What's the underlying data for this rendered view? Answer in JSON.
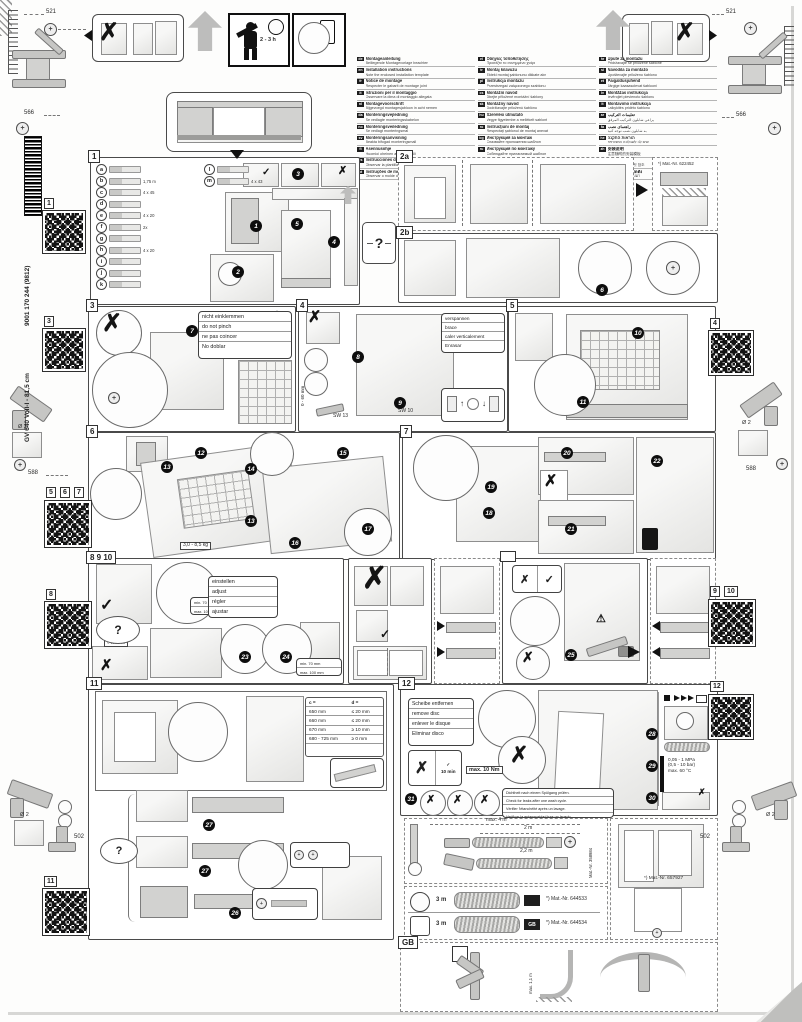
{
  "top": {
    "dim_521_left": "521",
    "dim_521_right": "521",
    "dim_566_left": "566",
    "dim_566_right": "566",
    "time_estimate": "2 - 3 h"
  },
  "margin_left": {
    "barcode_number": "9001 170 244 (9812)",
    "model": "GV 640 Voll-I - 81,5 cm",
    "qr1": "1",
    "qr3": "3",
    "qr5": "5",
    "qr6": "6",
    "qr7": "7",
    "qr8": "8",
    "qr11": "11",
    "drill_dia": "Ø 2",
    "dim_588": "588",
    "dim_502": "502"
  },
  "margin_right": {
    "qr4": "4",
    "qr9": "9",
    "qr10": "10",
    "qr12": "12",
    "drill_dia": "Ø 2",
    "dim_588": "588",
    "dim_502": "502"
  },
  "languages": {
    "col1": [
      {
        "code": "de",
        "line1": "Montageanleitung",
        "line2": "Beiliegende Montagevorlage beachten"
      },
      {
        "code": "en",
        "line1": "Installation instructions",
        "line2": "Note the enclosed installation template"
      },
      {
        "code": "fr",
        "line1": "Notice de montage",
        "line2": "Respecter le gabarit de montage joint"
      },
      {
        "code": "it",
        "line1": "Istruzioni per il montaggio",
        "line2": "Osservare la dima di montaggio allegata"
      },
      {
        "code": "nl",
        "line1": "Montagevoorschrift",
        "line2": "Bijgevoegd montagesjabloon in acht nemen"
      },
      {
        "code": "da",
        "line1": "Monteringsvejledning",
        "line2": "Se vedlagte monteringsskabelon"
      },
      {
        "code": "no",
        "line1": "Monteringsveiledning",
        "line2": "Se vedlagt monteringsmal"
      },
      {
        "code": "sv",
        "line1": "Monteringsanvisning",
        "line2": "Beakta bifogad monteringsmall"
      },
      {
        "code": "fi",
        "line1": "Asennusohje",
        "line2": "Huomioi oheinen asennusmalli"
      },
      {
        "code": "es",
        "line1": "Instrucciones de montaje",
        "line2": "Observar la plantilla de montaje adjunta"
      },
      {
        "code": "pt",
        "line1": "Instruções de montagem",
        "line2": "Observar o molde de montagem anexo"
      }
    ],
    "col2": [
      {
        "code": "el",
        "line1": "Οδηγίες τοποθέτησης",
        "line2": "Προσέξτε το συνημμένο χνάρι"
      },
      {
        "code": "tr",
        "line1": "Montaj kılavuzu",
        "line2": "Ekteki montaj şablonunu dikkate alın"
      },
      {
        "code": "pl",
        "line1": "Instrukcja montażu",
        "line2": "Przestrzegać załączonego szablonu"
      },
      {
        "code": "cs",
        "line1": "Montážní návod",
        "line2": "Dbejte přiložené montážní šablony"
      },
      {
        "code": "sk",
        "line1": "Montážny návod",
        "line2": "Dodržiavajte priloženú šablónu"
      },
      {
        "code": "hu",
        "line1": "Szerelési útmutató",
        "line2": "Vegye figyelembe a mellékelt sablont"
      },
      {
        "code": "ro",
        "line1": "Instrucţiuni de montaj",
        "line2": "Respectaţi şablonul de montaj anexat"
      },
      {
        "code": "bg",
        "line1": "Инструкция за монтаж",
        "line2": "Спазвайте приложения шаблон"
      },
      {
        "code": "ru",
        "line1": "Инструкция по монтажу",
        "line2": "Соблюдайте прилагаемый шаблон"
      },
      {
        "code": "uk",
        "line1": "Інструкція з монтажу",
        "line2": "Дотримуйтеся доданого шаблона"
      },
      {
        "code": "sr",
        "line1": "Uputstvo za montažu",
        "line2": "Obratite pažnju na priloženi šablon"
      }
    ],
    "col3": [
      {
        "code": "hr",
        "line1": "Upute za montažu",
        "line2": "Pridržavajte se priložene šablone"
      },
      {
        "code": "sl",
        "line1": "Navodila za montažo",
        "line2": "Upoštevajte priloženo šablono"
      },
      {
        "code": "et",
        "line1": "Paigaldusjuhend",
        "line2": "Järgige kaasasolevat šablooni"
      },
      {
        "code": "lv",
        "line1": "Montāžas instrukcija",
        "line2": "Ievērojiet pievienoto šablonu"
      },
      {
        "code": "lt",
        "line1": "Montavimo instrukcija",
        "line2": "Laikykitės pridėto šablono"
      },
      {
        "code": "ar",
        "line1": "تعليمات التركيب",
        "line2": "يراعى شابلون التركيب المرفق"
      },
      {
        "code": "fa",
        "line1": "راهنمای نصب",
        "line2": "به شابلون نصب توجه کنید"
      },
      {
        "code": "he",
        "line1": "הוראות התקנה",
        "line2": "שים לב לשבלונה המצורפת"
      },
      {
        "code": "zh",
        "line1": "安装说明",
        "line2": "注意随附的安装模板"
      },
      {
        "code": "ko",
        "line1": "설치 설명서",
        "line2": "동봉된 설치 템플릿 참조"
      },
      {
        "code": "th",
        "line1": "คำแนะนำการติดตั้ง",
        "line2": "ดูแบบติดตั้งที่แนบมา"
      }
    ]
  },
  "sections": {
    "s1": {
      "label": "1",
      "parts": [
        {
          "letter": "a",
          "note": ""
        },
        {
          "letter": "b",
          "note": "1,75 m"
        },
        {
          "letter": "c",
          "note": "4 x 45"
        },
        {
          "letter": "d",
          "note": ""
        },
        {
          "letter": "e",
          "note": "4 x 20"
        },
        {
          "letter": "f",
          "note": "2x"
        },
        {
          "letter": "g",
          "note": ""
        },
        {
          "letter": "h",
          "note": "4 x 20"
        },
        {
          "letter": "i",
          "note": ""
        },
        {
          "letter": "j",
          "note": ""
        },
        {
          "letter": "k",
          "note": ""
        }
      ],
      "extra_parts": [
        {
          "letter": "l",
          "note": ""
        },
        {
          "letter": "m",
          "note": "4 x 43"
        }
      ]
    },
    "q_box": "?",
    "s2a": {
      "label": "2a",
      "mat_nr": "*) Mat.-Nr. 622452"
    },
    "s2b": {
      "label": "2b"
    },
    "s3": {
      "label": "3",
      "note": [
        "nicht einklemmen",
        "do not pinch",
        "ne pas coincer",
        "No doblar"
      ]
    },
    "s4": {
      "label": "4",
      "note": [
        "verspannen",
        "brace",
        "caler verticalement",
        "Enrasar"
      ],
      "dim_range": "0 - 60 mm",
      "sw_13": "SW 13",
      "sw_10": "SW 10"
    },
    "s5": {
      "label": "5"
    },
    "s6": {
      "label": "6",
      "weight": "3,0 - 8,5 kg"
    },
    "s7": {
      "label": "7"
    },
    "s8910": {
      "label": "8 9 10",
      "note": [
        "einstellen",
        "adjust",
        "régler",
        "ajustar"
      ],
      "dim_min": "min. 70 mm",
      "dim_max": "max. 100 mm",
      "dim_lt": "< 100 mm"
    },
    "s11": {
      "label": "11",
      "table": {
        "col1": "c =",
        "col2": "d =",
        "rows": [
          [
            "650 mm",
            "≤ 20 mm"
          ],
          [
            "660 mm",
            "≤ 20 mm"
          ],
          [
            "670 mm",
            "≥ 10 mm"
          ],
          [
            "680 - 725 mm",
            "≥ 0 mm"
          ]
        ]
      }
    },
    "s12": {
      "label": "12",
      "note": [
        "Scheibe entfernen",
        "remove disc",
        "enlever le disque",
        "Eliminar disco"
      ],
      "torque": "max. 10 Nm",
      "time_check": "10 min",
      "water": [
        "0,05 - 1 MPa",
        "(0,5 - 10 bar)",
        "max. 60 °C"
      ],
      "leak_note": [
        "Dichtheit nach einem Spülgang prüfen.",
        "Check for leaks after one wash cycle.",
        "Vérifier l'étanchéité après un lavage.",
        "Verificar la estanqueidad tras un lavado."
      ]
    },
    "hoses": {
      "dim_total": "max. 4 m",
      "dim_a": "2 m",
      "dim_b": "2,2 m",
      "mat_nr": "Mat.-Nr. 358984"
    },
    "cords": {
      "row1": {
        "length": "3 m",
        "mat_nr": "*) Mat.-Nr. 644533",
        "badge": ""
      },
      "row2": {
        "length": "3 m",
        "mat_nr": "*) Mat.-Nr. 644534",
        "badge": "GB"
      }
    },
    "panel_kit": {
      "mat_nr": "*) Mat.-Nr. 657927"
    },
    "gb": {
      "label": "GB",
      "dim": "max. 1,1 m"
    }
  },
  "steps": {
    "k1": "1",
    "k2": "2",
    "k3": "3",
    "k4": "4",
    "k5": "5",
    "k6": "6",
    "k7": "7",
    "k8": "8",
    "k9": "9",
    "k10": "10",
    "k11": "11",
    "k12": "12",
    "k13a": "13",
    "k13b": "13",
    "k14": "14",
    "k15": "15",
    "k16": "16",
    "k17": "17",
    "k18": "18",
    "k19": "19",
    "k20": "20",
    "k21": "21",
    "k22": "22",
    "k23": "23",
    "k24": "24",
    "k25": "25",
    "k26": "26",
    "k27a": "27",
    "k27b": "27",
    "k28": "28",
    "k29": "29",
    "k30": "30",
    "k31": "31"
  }
}
